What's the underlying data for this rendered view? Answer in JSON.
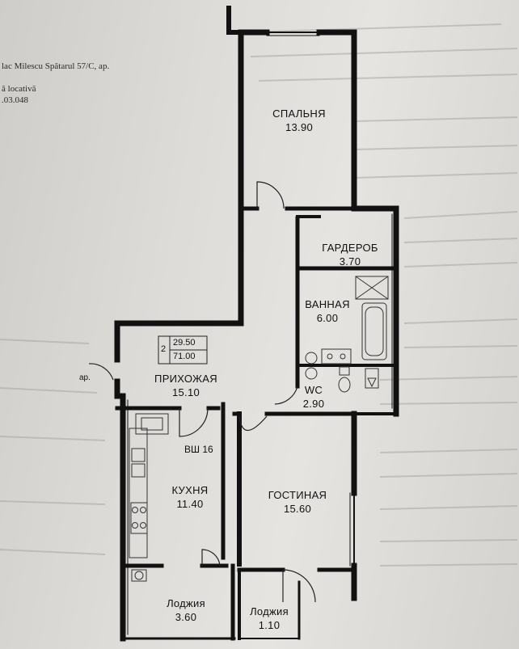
{
  "document": {
    "address_line": "lac Milescu Spătarul 57/C, ap.",
    "status_line": "ă locativă",
    "code_line": ".03.048"
  },
  "summary": {
    "rooms": "2",
    "living_area": "29.50",
    "total_area": "71.00"
  },
  "rooms": [
    {
      "id": "bedroom",
      "name": "СПАЛЬНЯ",
      "area": "13.90"
    },
    {
      "id": "wardrobe",
      "name": "ГАРДЕРОБ",
      "area": "3.70"
    },
    {
      "id": "bathroom",
      "name": "ВАННАЯ",
      "area": "6.00"
    },
    {
      "id": "hallway",
      "name": "ПРИХОЖАЯ",
      "area": "15.10"
    },
    {
      "id": "wc",
      "name": "WC",
      "area": "2.90"
    },
    {
      "id": "kitchen",
      "name": "КУХНЯ",
      "area": "11.40"
    },
    {
      "id": "living",
      "name": "ГОСТИНАЯ",
      "area": "15.60"
    },
    {
      "id": "loggia1",
      "name": "Лоджия",
      "area": "3.60"
    },
    {
      "id": "loggia2",
      "name": "Лоджия",
      "area": "1.10"
    }
  ],
  "labels": {
    "shaft": "ВШ 16",
    "entrance": "ар."
  },
  "colors": {
    "wall": "#111111",
    "paper": "#dedcd9",
    "fixture": "#3a3a3a"
  }
}
